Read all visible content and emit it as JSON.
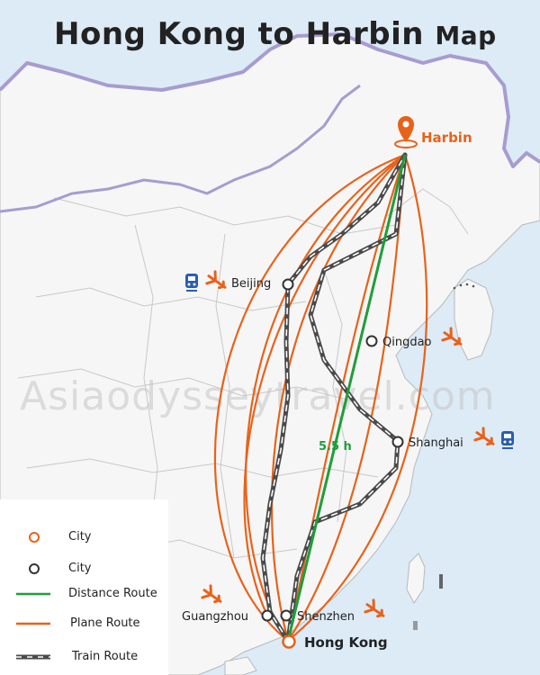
{
  "title": {
    "main": "Hong Kong to Harbin",
    "suffix": "Map"
  },
  "watermark": "Asiaodysseytravel.com",
  "route_duration": "5.5 h",
  "cities": {
    "harbin": "Harbin",
    "beijing": "Beijing",
    "qingdao": "Qingdao",
    "shanghai": "Shanghai",
    "guangzhou": "Guangzhou",
    "shenzhen": "Shenzhen",
    "hong_kong": "Hong Kong"
  },
  "legend": {
    "city_major": "City",
    "city_minor": "City",
    "distance_route": "Distance Route",
    "plane_route": "Plane Route",
    "train_route": "Train Route"
  },
  "colors": {
    "accent": "#e8621a",
    "distance": "#1e9e3a",
    "train": "#4a4a4a",
    "sea": "#dcebf6",
    "land": "#f4f4f4",
    "border": "#a79ccf",
    "bus_icon": "#2a5db0"
  },
  "icons": [
    "location-pin-icon",
    "plane-icon",
    "train-icon"
  ]
}
